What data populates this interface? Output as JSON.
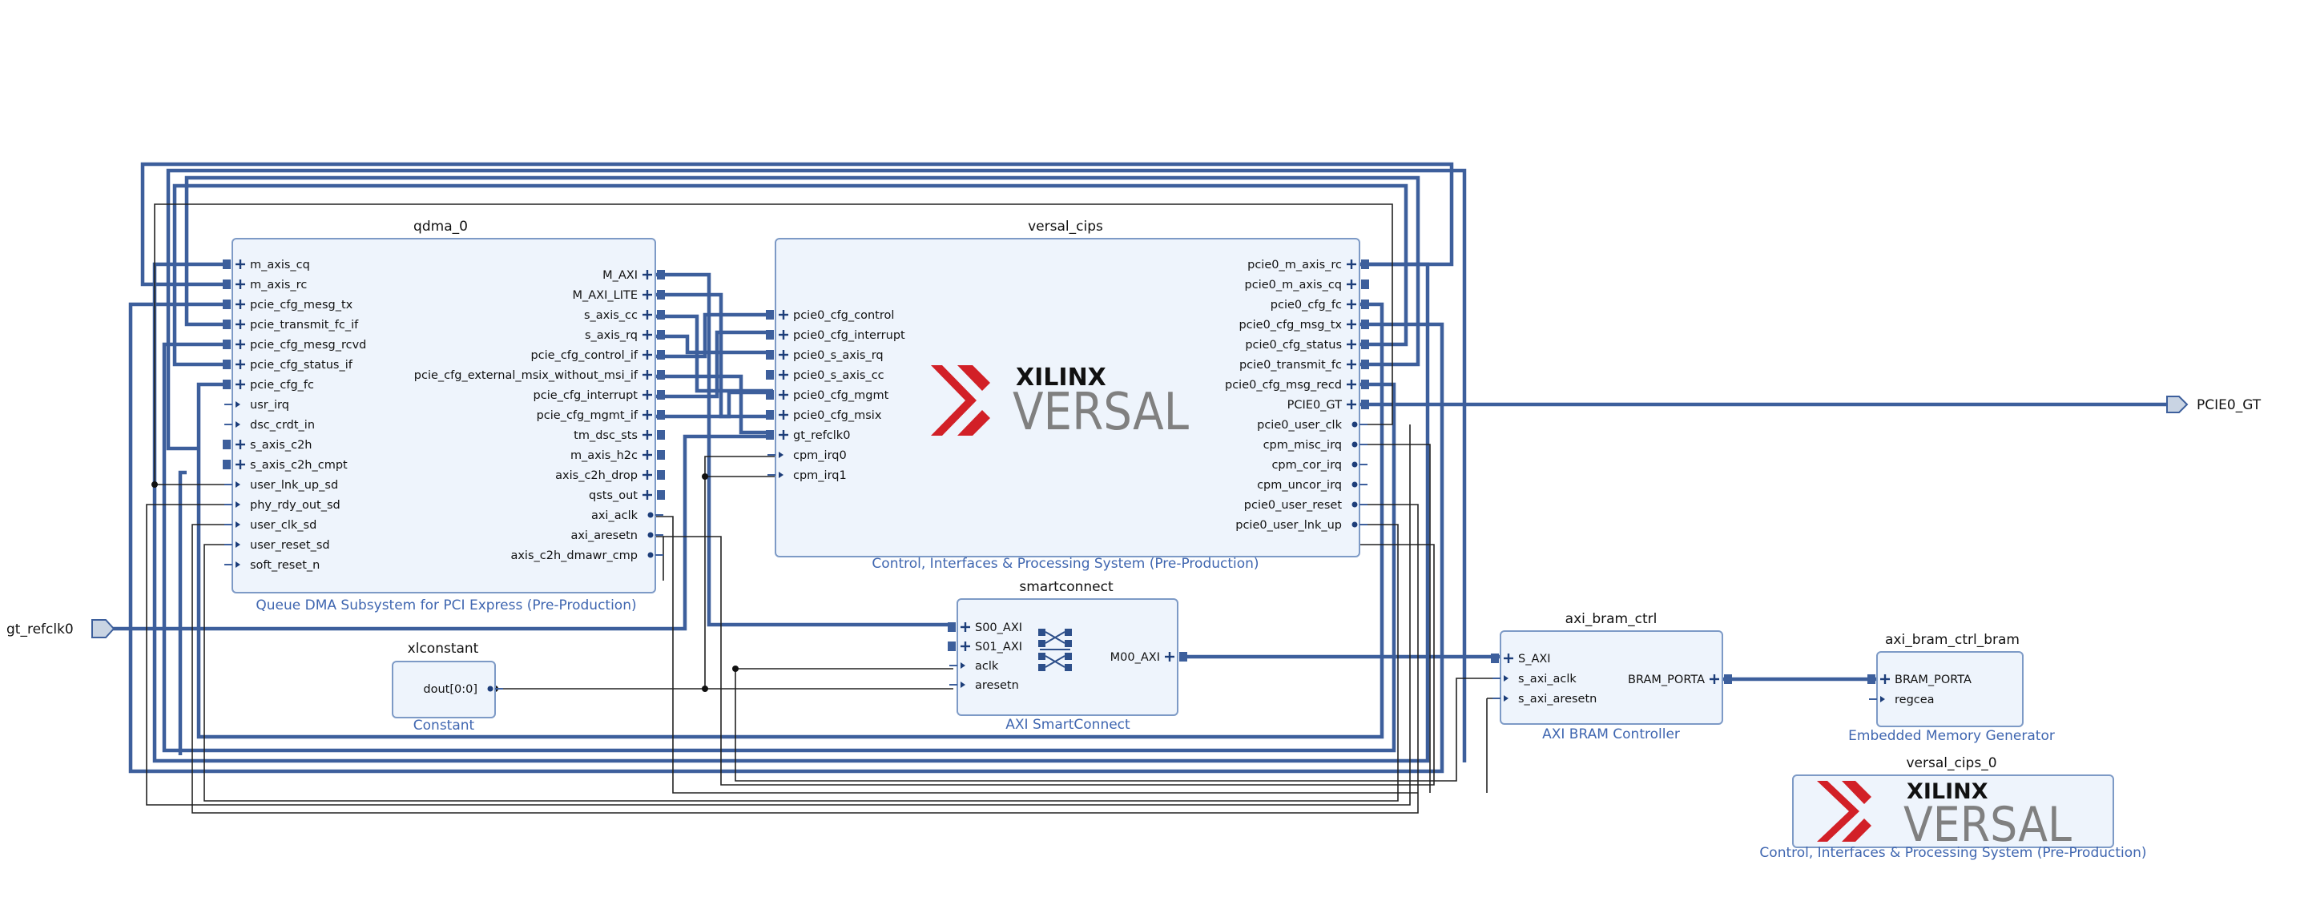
{
  "external_ports": {
    "gt_refclk0": "gt_refclk0",
    "pcie0_gt": "PCIE0_GT"
  },
  "blocks": {
    "qdma": {
      "name": "qdma_0",
      "subtitle": "Queue DMA Subsystem for PCI Express (Pre-Production)",
      "left_ports": [
        "m_axis_cq",
        "m_axis_rc",
        "pcie_cfg_mesg_tx",
        "pcie_transmit_fc_if",
        "pcie_cfg_mesg_rcvd",
        "pcie_cfg_status_if",
        "pcie_cfg_fc",
        "usr_irq",
        "dsc_crdt_in",
        "s_axis_c2h",
        "s_axis_c2h_cmpt",
        "user_lnk_up_sd",
        "phy_rdy_out_sd",
        "user_clk_sd",
        "user_reset_sd",
        "soft_reset_n"
      ],
      "right_ports": [
        "M_AXI",
        "M_AXI_LITE",
        "s_axis_cc",
        "s_axis_rq",
        "pcie_cfg_control_if",
        "pcie_cfg_external_msix_without_msi_if",
        "pcie_cfg_interrupt",
        "pcie_cfg_mgmt_if",
        "tm_dsc_sts",
        "m_axis_h2c",
        "axis_c2h_drop",
        "qsts_out",
        "axi_aclk",
        "axi_aresetn",
        "axis_c2h_dmawr_cmp"
      ]
    },
    "cips": {
      "name": "versal_cips",
      "subtitle": "Control, Interfaces & Processing System (Pre-Production)",
      "left_ports": [
        "pcie0_cfg_control",
        "pcie0_cfg_interrupt",
        "pcie0_s_axis_rq",
        "pcie0_s_axis_cc",
        "pcie0_cfg_mgmt",
        "pcie0_cfg_msix",
        "gt_refclk0",
        "cpm_irq0",
        "cpm_irq1"
      ],
      "right_ports": [
        "pcie0_m_axis_rc",
        "pcie0_m_axis_cq",
        "pcie0_cfg_fc",
        "pcie0_cfg_msg_tx",
        "pcie0_cfg_status",
        "pcie0_transmit_fc",
        "pcie0_cfg_msg_recd",
        "PCIE0_GT",
        "pcie0_user_clk",
        "cpm_misc_irq",
        "cpm_cor_irq",
        "cpm_uncor_irq",
        "pcie0_user_reset",
        "pcie0_user_lnk_up"
      ],
      "logo_brand": "XILINX",
      "logo_product": "VERSAL"
    },
    "smartconnect": {
      "name": "smartconnect",
      "subtitle": "AXI SmartConnect",
      "left_ports": [
        "S00_AXI",
        "S01_AXI",
        "aclk",
        "aresetn"
      ],
      "right_ports": [
        "M00_AXI"
      ]
    },
    "xlconstant": {
      "name": "xlconstant",
      "subtitle": "Constant",
      "right_ports": [
        "dout[0:0]"
      ]
    },
    "bram_ctrl": {
      "name": "axi_bram_ctrl",
      "subtitle": "AXI BRAM Controller",
      "left_ports": [
        "S_AXI",
        "s_axi_aclk",
        "s_axi_aresetn"
      ],
      "right_ports": [
        "BRAM_PORTA"
      ]
    },
    "bram": {
      "name": "axi_bram_ctrl_bram",
      "subtitle": "Embedded Memory Generator",
      "left_ports": [
        "BRAM_PORTA",
        "regcea"
      ]
    },
    "cips0": {
      "name": "versal_cips_0",
      "subtitle": "Control, Interfaces & Processing System (Pre-Production)",
      "logo_brand": "XILINX",
      "logo_product": "VERSAL"
    }
  },
  "colors": {
    "block_fill": "#eef4fc",
    "block_border": "#7d9ac6",
    "bus_wire": "#3d5f9c",
    "subtitle": "#3f66b0",
    "logo_red": "#d22027"
  }
}
